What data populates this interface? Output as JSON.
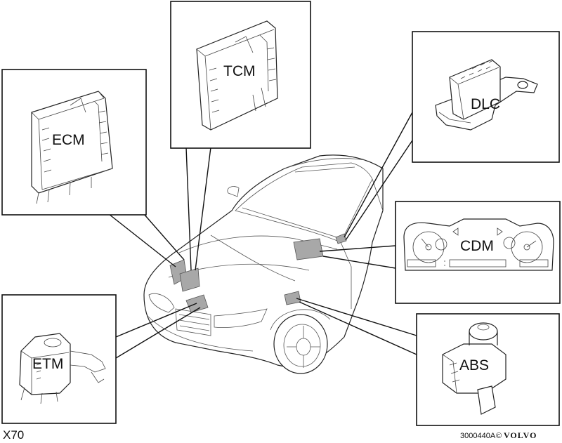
{
  "modules": {
    "ecm": "ECM",
    "tcm": "TCM",
    "dlc": "DLC",
    "cdm": "CDM",
    "etm": "ETM",
    "abs": "ABS"
  },
  "model": "X70",
  "reference": "3000440A",
  "copyright": "©",
  "brand": "VOLVO"
}
